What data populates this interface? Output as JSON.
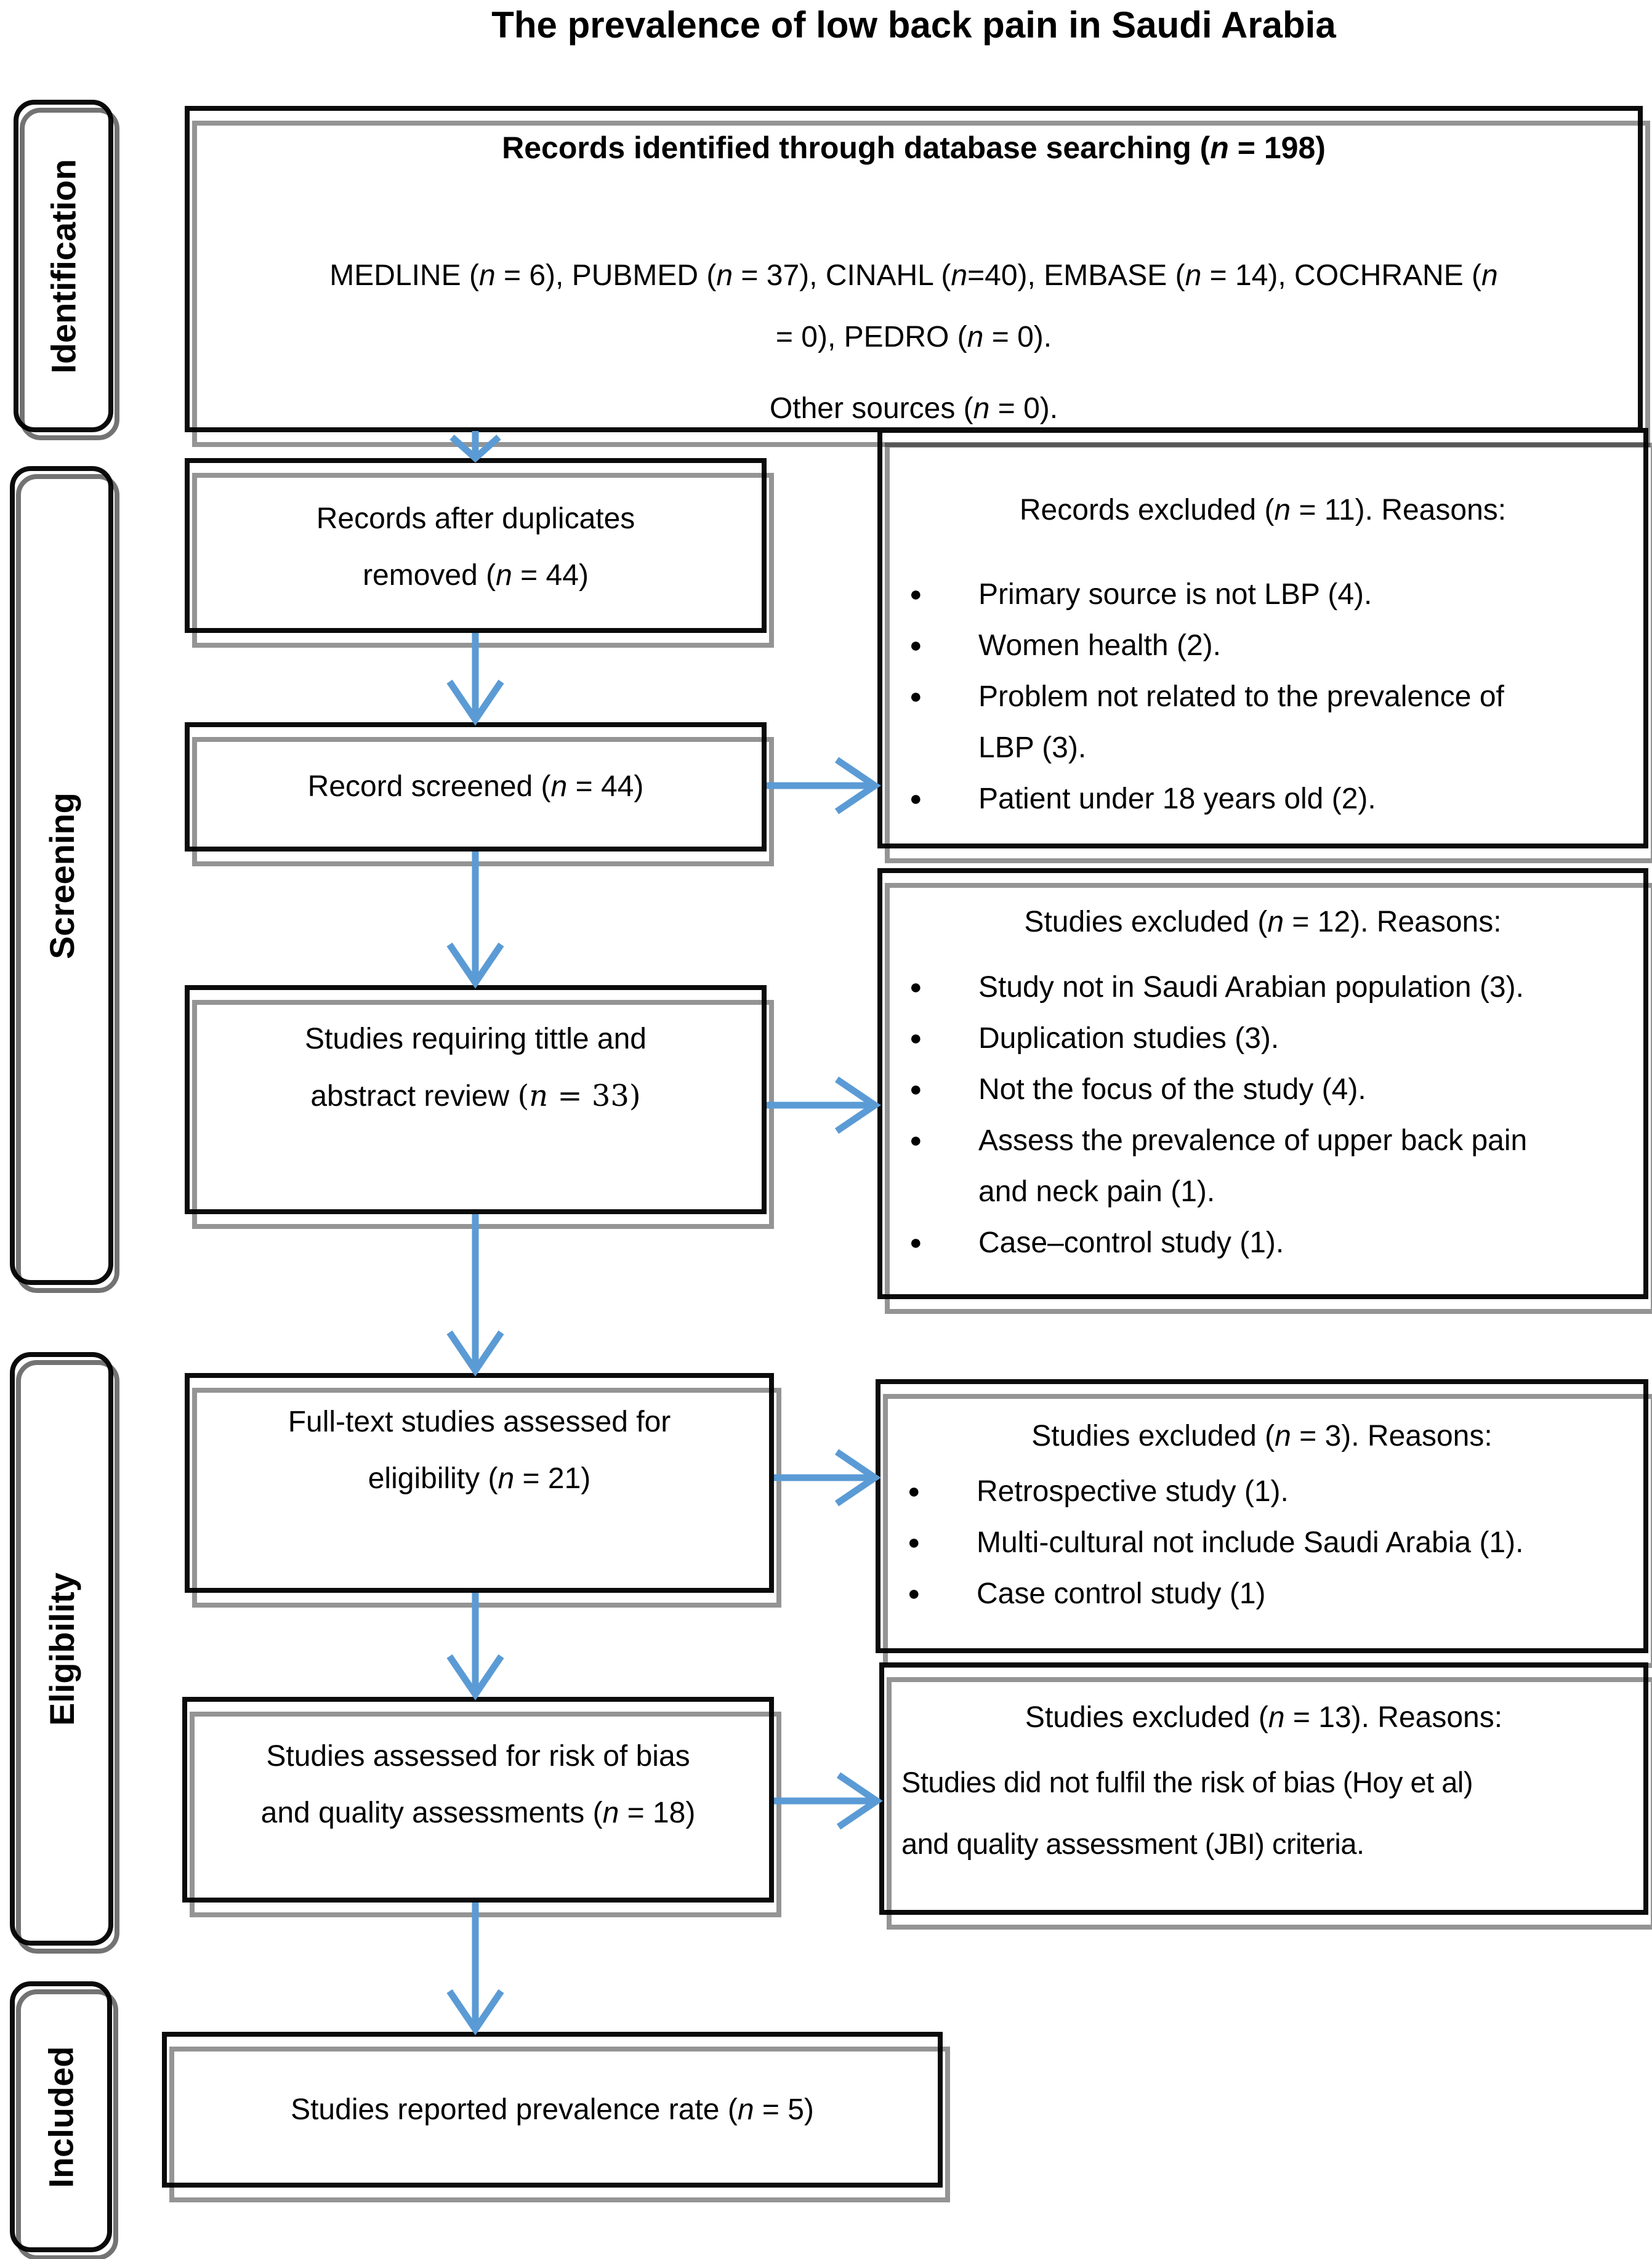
{
  "title": "The prevalence of low back pain in Saudi Arabia",
  "bullet_marker": "●",
  "colors": {
    "arrow": "#5b9bd5",
    "border": "#0b0b0b",
    "text": "#000000",
    "bg": "#ffffff"
  },
  "sidebar": {
    "stages": [
      {
        "label": "Identification"
      },
      {
        "label": "Screening"
      },
      {
        "label": "Eligibility"
      },
      {
        "label": "Included"
      }
    ]
  },
  "flow": {
    "identified": {
      "heading": [
        [
          "Records identified through database searching (",
          {
            "t": "n",
            "i": true
          },
          " = 198)"
        ]
      ],
      "sources": [
        [
          "MEDLINE (",
          {
            "t": "n",
            "i": true
          },
          " = 6), PUBMED (",
          {
            "t": "n",
            "i": true
          },
          " = 37), CINAHL (",
          {
            "t": "n",
            "i": true
          },
          "=40), EMBASE (",
          {
            "t": "n",
            "i": true
          },
          " = 14), COCHRANE (",
          {
            "t": "n",
            "i": true
          }
        ],
        [
          "= 0), PEDRO (",
          {
            "t": "n",
            "i": true
          },
          " = 0)."
        ]
      ],
      "other": [
        [
          "Other sources (",
          {
            "t": "n",
            "i": true
          },
          " = 0)."
        ]
      ]
    },
    "duplicates": {
      "lines": [
        [
          "Records after duplicates"
        ],
        [
          "removed (",
          {
            "t": "n",
            "i": true
          },
          " = 44)"
        ]
      ]
    },
    "screened": {
      "lines": [
        [
          "Record screened (",
          {
            "t": "n",
            "i": true
          },
          " = 44)"
        ]
      ]
    },
    "title_abstract": {
      "lines": [
        [
          "Studies requiring tittle and"
        ],
        [
          "abstract review ",
          {
            "t": "(",
            "serif": true
          },
          {
            "t": "n",
            "i": true,
            "serif": true
          },
          {
            "t": " = 33)",
            "serif": true
          }
        ]
      ]
    },
    "fulltext": {
      "lines": [
        [
          "Full-text studies assessed for"
        ],
        [
          "eligibility (",
          {
            "t": "n",
            "i": true
          },
          " = 21)"
        ]
      ]
    },
    "risk_bias": {
      "lines": [
        [
          "Studies assessed for risk of bias"
        ],
        [
          "and quality assessments (",
          {
            "t": "n",
            "i": true
          },
          " = 18)"
        ]
      ]
    },
    "included": {
      "lines": [
        [
          "Studies reported prevalence rate (",
          {
            "t": "n",
            "i": true
          },
          " = 5)"
        ]
      ]
    }
  },
  "exclusions": {
    "records": {
      "heading": [
        [
          "Records excluded (",
          {
            "t": "n",
            "i": true
          },
          " = 11). Reasons:"
        ]
      ],
      "bullets": [
        {
          "lines": [
            [
              "Primary source is not LBP (4)."
            ]
          ]
        },
        {
          "lines": [
            [
              "Women health (2)."
            ]
          ]
        },
        {
          "lines": [
            [
              "Problem not related to the prevalence of"
            ],
            [
              "LBP (3)."
            ]
          ]
        },
        {
          "lines": [
            [
              "Patient under 18 years old (2)."
            ]
          ]
        }
      ]
    },
    "title_abstract": {
      "heading": [
        [
          "Studies excluded (",
          {
            "t": "n",
            "i": true
          },
          " = 12). Reasons:"
        ]
      ],
      "bullets": [
        {
          "lines": [
            [
              "Study not in Saudi Arabian population (3)."
            ]
          ]
        },
        {
          "lines": [
            [
              "Duplication studies (3)."
            ]
          ]
        },
        {
          "lines": [
            [
              "Not the focus of the study (4)."
            ]
          ]
        },
        {
          "lines": [
            [
              "Assess the prevalence of upper back pain"
            ],
            [
              "and neck pain (1)."
            ]
          ]
        },
        {
          "lines": [
            [
              "Case–control study (1)."
            ]
          ]
        }
      ]
    },
    "fulltext": {
      "heading": [
        [
          "Studies excluded (",
          {
            "t": "n",
            "i": true
          },
          " = 3). Reasons:"
        ]
      ],
      "bullets": [
        {
          "lines": [
            [
              "Retrospective study (1)."
            ]
          ]
        },
        {
          "lines": [
            [
              "Multi-cultural not include Saudi Arabia (1)."
            ]
          ]
        },
        {
          "lines": [
            [
              "Case control study (1)"
            ]
          ]
        }
      ]
    },
    "risk_bias": {
      "heading": [
        [
          "Studies excluded (",
          {
            "t": "n",
            "i": true
          },
          " = 13). Reasons:"
        ]
      ],
      "note": {
        "lines": [
          [
            "Studies did not fulfil the risk of bias (Hoy et al)"
          ],
          [
            "and quality assessment (JBI) criteria."
          ]
        ]
      }
    }
  }
}
